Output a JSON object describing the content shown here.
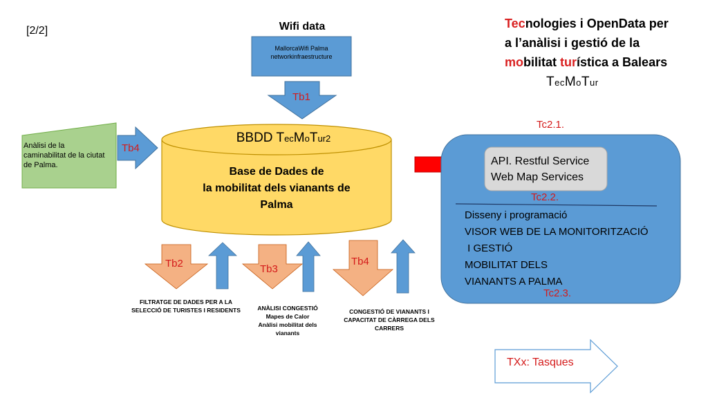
{
  "slide_number": "[2/2]",
  "wifi": {
    "title": "Wifi data",
    "box_line1": "MallorcaWifi Palma",
    "box_line2": "networkinfraestructure"
  },
  "project_title": {
    "line1_red": "Tec",
    "line1_rest": "nologies i OpenData per",
    "line2": "a l’anàlisi  i gestió de la",
    "line3_red1": "mo",
    "line3_mid": "bilitat ",
    "line3_red2": "tur",
    "line3_rest": "ística a Balears",
    "acronym_parts": [
      "T",
      "ec",
      "M",
      "o",
      "T",
      "ur"
    ]
  },
  "walkability": {
    "line1": "Anàlisi de la",
    "line2": "caminabilitat de la ciutat",
    "line3": "de Palma."
  },
  "database": {
    "title_prefix": "BBDD ",
    "title_parts": [
      "T",
      "ec",
      "M",
      "o",
      "T",
      "ur2"
    ],
    "body_line1": "Base de Dades de",
    "body_line2": "la mobilitat dels vianants de",
    "body_line3": "Palma"
  },
  "task_labels": {
    "tb1": "Tb1",
    "tb4_left": "Tb4",
    "tb2": "Tb2",
    "tb3": "Tb3",
    "tb4_bottom": "Tb4",
    "tc21": "Tc2.1.",
    "tc22": "Tc2.2.",
    "tc23": "Tc2.3."
  },
  "captions": {
    "tb2_line1": "FILTRATGE DE DADES PER A LA",
    "tb2_line2": "SELECCIÓ DE TURISTES I RESIDENTS",
    "tb3_line1": "ANÀLISI CONGESTIÓ",
    "tb3_line2": "Mapes de Calor",
    "tb3_line3": "Anàlisi mobilitat dels",
    "tb3_line4": "vianants",
    "tb4_line1": "CONGESTIÓ DE VIANANTS I",
    "tb4_line2": "CAPACITAT DE CÀRREGA DELS",
    "tb4_line3": "CARRERS"
  },
  "api": {
    "line1": "API. Restful Service",
    "line2": "Web Map Services"
  },
  "visor": {
    "line1": "Disseny i programació",
    "line2": "VISOR WEB DE LA MONITORITZACIÓ",
    "line3": " I GESTIÓ",
    "line4": "MOBILITAT DELS",
    "line5": "VIANANTS A PALMA"
  },
  "legend": {
    "label": "TXx: Tasques"
  },
  "colors": {
    "blue": "#5b9bd5",
    "yellow": "#ffd966",
    "green": "#a9d18e",
    "salmon": "#f4b183",
    "red_arrow": "#ff0000",
    "gray_box": "#d9d9d9",
    "label_red": "#d41a1a"
  }
}
